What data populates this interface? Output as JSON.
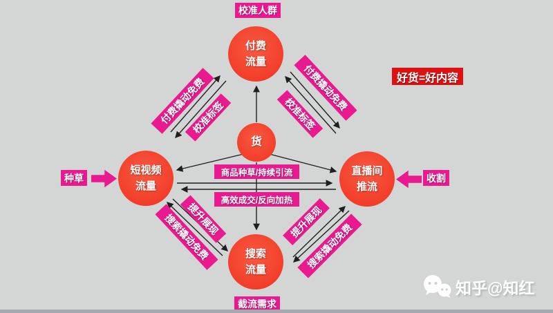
{
  "nodes": {
    "paid": "付费\n流量",
    "goods": "货",
    "video": "短视频\n流量",
    "live": "直播间\n推流",
    "search": "搜索\n流量"
  },
  "tags": {
    "top": "校准人群",
    "bottom": "截流需求",
    "left": "种草",
    "right": "收割",
    "equation": "好货=好内容",
    "mid_top": "商品种草/持续引流",
    "mid_bottom": "高效成交/反向加热",
    "paid_leverage": "付费撬动免费",
    "calibrate": "校准标签",
    "boost": "提升展现",
    "search_leverage": "搜索撬动免费"
  },
  "watermark": {
    "text": "知乎@知红",
    "icon": "chat-bubbles-icon"
  },
  "colors": {
    "background": "#d4d5d5",
    "circle_red": "#f23c28",
    "tag_pink": "#e91a8f",
    "equation_red": "#dd1111",
    "arrow": "#1f1f1f",
    "bottom_bar": "#a4aab0",
    "watermark_white": "#ffffff"
  }
}
